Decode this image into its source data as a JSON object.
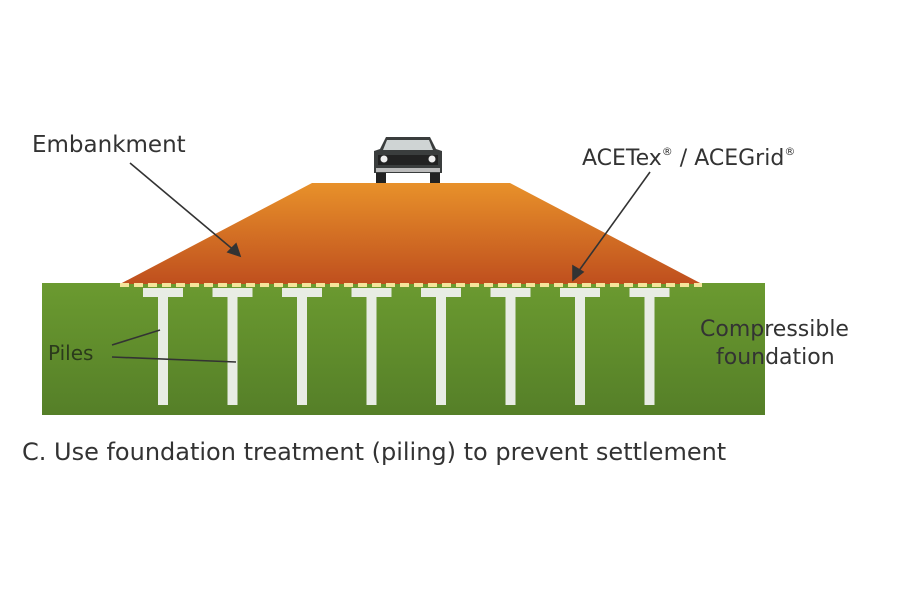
{
  "labels": {
    "embankment": "Embankment",
    "geosynthetic": "ACETex",
    "geosynthetic_sep": " / ",
    "geosynthetic2": "ACEGrid",
    "registered": "®",
    "piles": "Piles",
    "compressible_1": "Compressible",
    "compressible_2": "foundation"
  },
  "caption": "C. Use foundation treatment (piling) to prevent settlement",
  "colors": {
    "embankment_top": "#e58a25",
    "embankment_bottom": "#c2541e",
    "foundation": "#5f8a2c",
    "pile": "#e8ece4",
    "geogrid": "#f4e49a"
  },
  "pile_count": 8
}
